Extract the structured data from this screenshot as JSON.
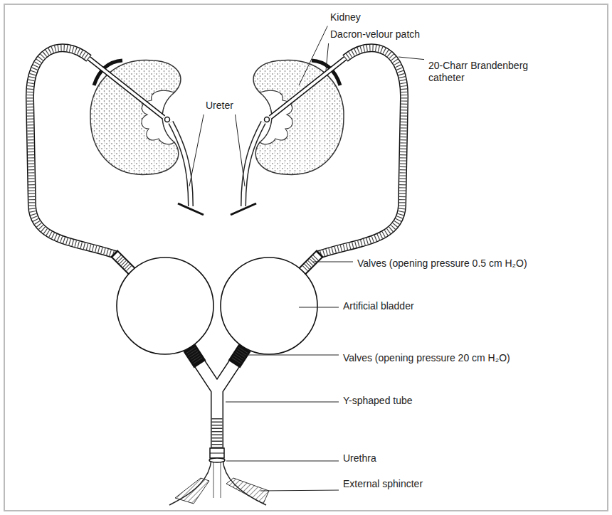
{
  "diagram": {
    "labels": [
      "Kidney",
      "Dacron-velour patch",
      "20-Charr Brandenberg catheter",
      "Ureter",
      "Valves (opening pressure 0.5 cm H₂O)",
      "Artificial bladder",
      "Valves (opening pressure 20 cm H₂O)",
      "Y-sphaped tube",
      "Urethra",
      "External sphincter"
    ]
  }
}
